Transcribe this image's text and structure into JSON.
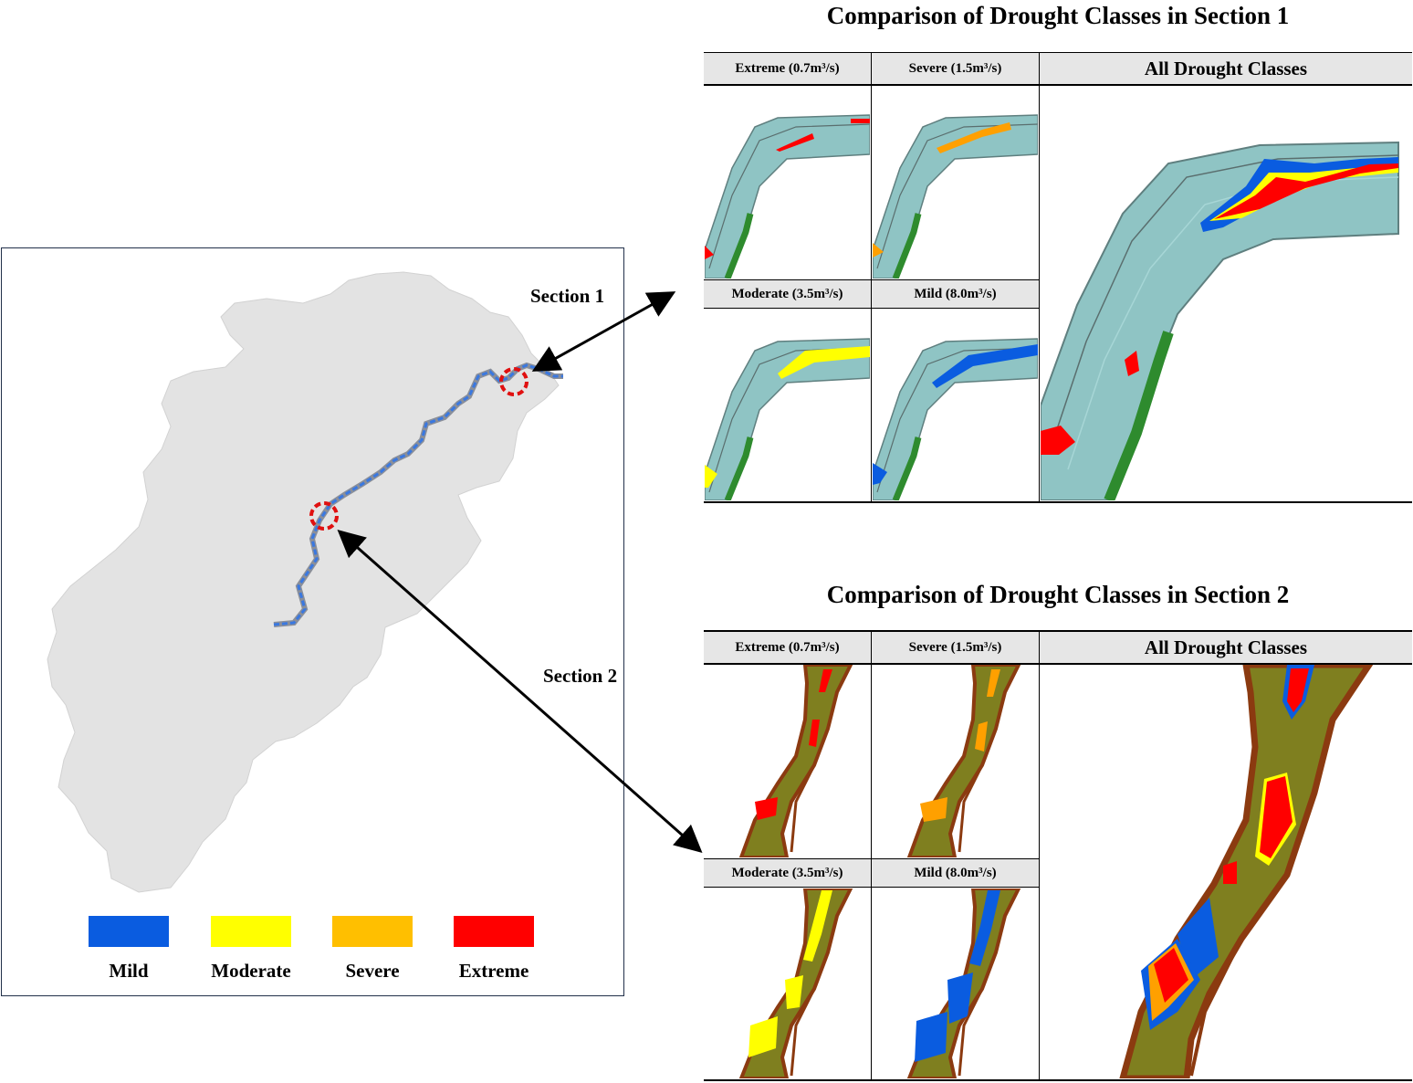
{
  "legend": {
    "items": [
      {
        "label": "Mild",
        "color": "#0a5ce0"
      },
      {
        "label": "Moderate",
        "color": "#ffff00"
      },
      {
        "label": "Severe",
        "color": "#ffbf00"
      },
      {
        "label": "Extreme",
        "color": "#ff0000"
      }
    ]
  },
  "map": {
    "section1_label": "Section 1",
    "section2_label": "Section 2"
  },
  "section1": {
    "title": "Comparison of Drought Classes in Section 1",
    "extreme": "Extreme (0.7m³/s)",
    "severe": "Severe (1.5m³/s)",
    "moderate": "Moderate (3.5m³/s)",
    "mild": "Mild (8.0m³/s)",
    "all": "All Drought Classes"
  },
  "section2": {
    "title": "Comparison of Drought Classes in Section 2",
    "extreme": "Extreme (0.7m³/s)",
    "severe": "Severe (1.5m³/s)",
    "moderate": "Moderate (3.5m³/s)",
    "mild": "Mild (8.0m³/s)",
    "all": "All Drought Classes"
  }
}
